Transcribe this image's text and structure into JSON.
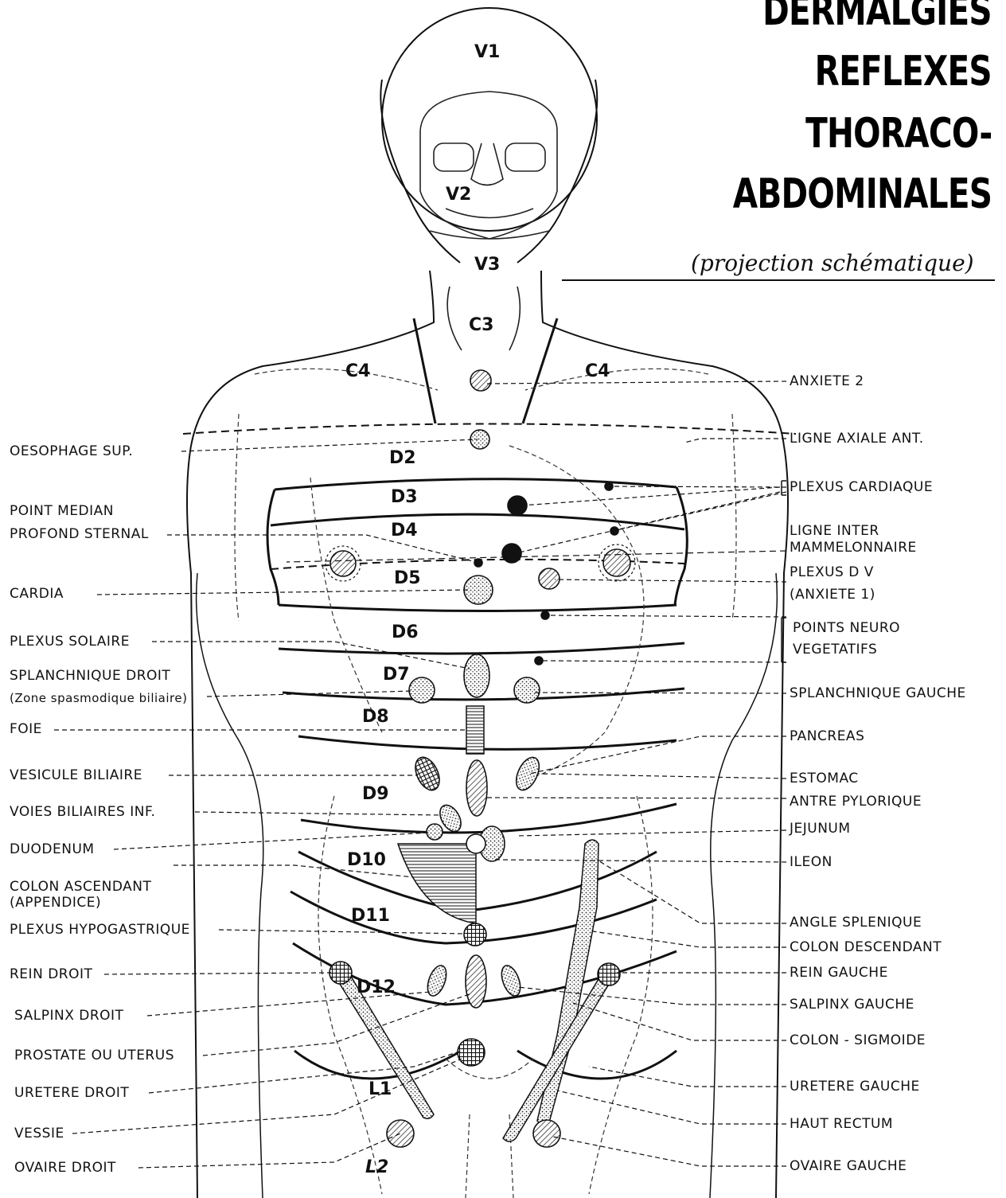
{
  "title": {
    "lines": [
      "DERMALGIES",
      "REFLEXES",
      "THORACO-",
      "ABDOMINALES"
    ],
    "subtitle": "(projection schématique)"
  },
  "segments": {
    "v1": "V1",
    "v2": "V2",
    "v3": "V3",
    "c3": "C3",
    "c4_left": "C4",
    "c4_right": "C4",
    "d2": "D2",
    "d3": "D3",
    "d4": "D4",
    "d5": "D5",
    "d6": "D6",
    "d7": "D7",
    "d8": "D8",
    "d9": "D9",
    "d10": "D10",
    "d11": "D11",
    "d12": "D12",
    "l1": "L1",
    "l2": "L2"
  },
  "left_labels": {
    "oesophage_sup": "OESOPHAGE SUP.",
    "point_median_1": "POINT MEDIAN",
    "point_median_2": "PROFOND STERNAL",
    "cardia": "CARDIA",
    "plexus_solaire": "PLEXUS SOLAIRE",
    "splanchnique_droit": "SPLANCHNIQUE DROIT",
    "zone_spasmodique": "(Zone spasmodique biliaire)",
    "foie": "FOIE",
    "vesicule_biliaire": "VESICULE BILIAIRE",
    "voies_biliaires": "VOIES BILIAIRES INF.",
    "duodenum": "DUODENUM",
    "colon_ascendant": "COLON ASCENDANT",
    "appendice": "(APPENDICE)",
    "plexus_hypogastrique": "PLEXUS HYPOGASTRIQUE",
    "rein_droit": "REIN DROIT",
    "salpinx_droit": "SALPINX DROIT",
    "prostate": "PROSTATE OU UTERUS",
    "uretere_droit": "URETERE DROIT",
    "vessie": "VESSIE",
    "ovaire_droit": "OVAIRE DROIT"
  },
  "right_labels": {
    "anxiete2": "ANXIETE 2",
    "ligne_axiale": "LIGNE AXIALE ANT.",
    "plexus_cardiaque": "PLEXUS CARDIAQUE",
    "ligne_inter_1": "LIGNE INTER",
    "ligne_inter_2": "MAMMELONNAIRE",
    "plexus_dv": "PLEXUS D V",
    "anxiete1": "(ANXIETE 1)",
    "points_neuro_1": "POINTS NEURO",
    "points_neuro_2": "VEGETATIFS",
    "splanchnique_gauche": "SPLANCHNIQUE GAUCHE",
    "pancreas": "PANCREAS",
    "estomac": "ESTOMAC",
    "antre_pylorique": "ANTRE PYLORIQUE",
    "jejunum": "JEJUNUM",
    "ileon": "ILEON",
    "angle_splenique": "ANGLE SPLENIQUE",
    "colon_descendant": "COLON DESCENDANT",
    "rein_gauche": "REIN GAUCHE",
    "salpinx_gauche": "SALPINX GAUCHE",
    "colon_sigmoide": "COLON - SIGMOIDE",
    "uretere_gauche": "URETERE GAUCHE",
    "haut_rectum": "HAUT RECTUM",
    "ovaire_gauche": "OVAIRE GAUCHE"
  }
}
